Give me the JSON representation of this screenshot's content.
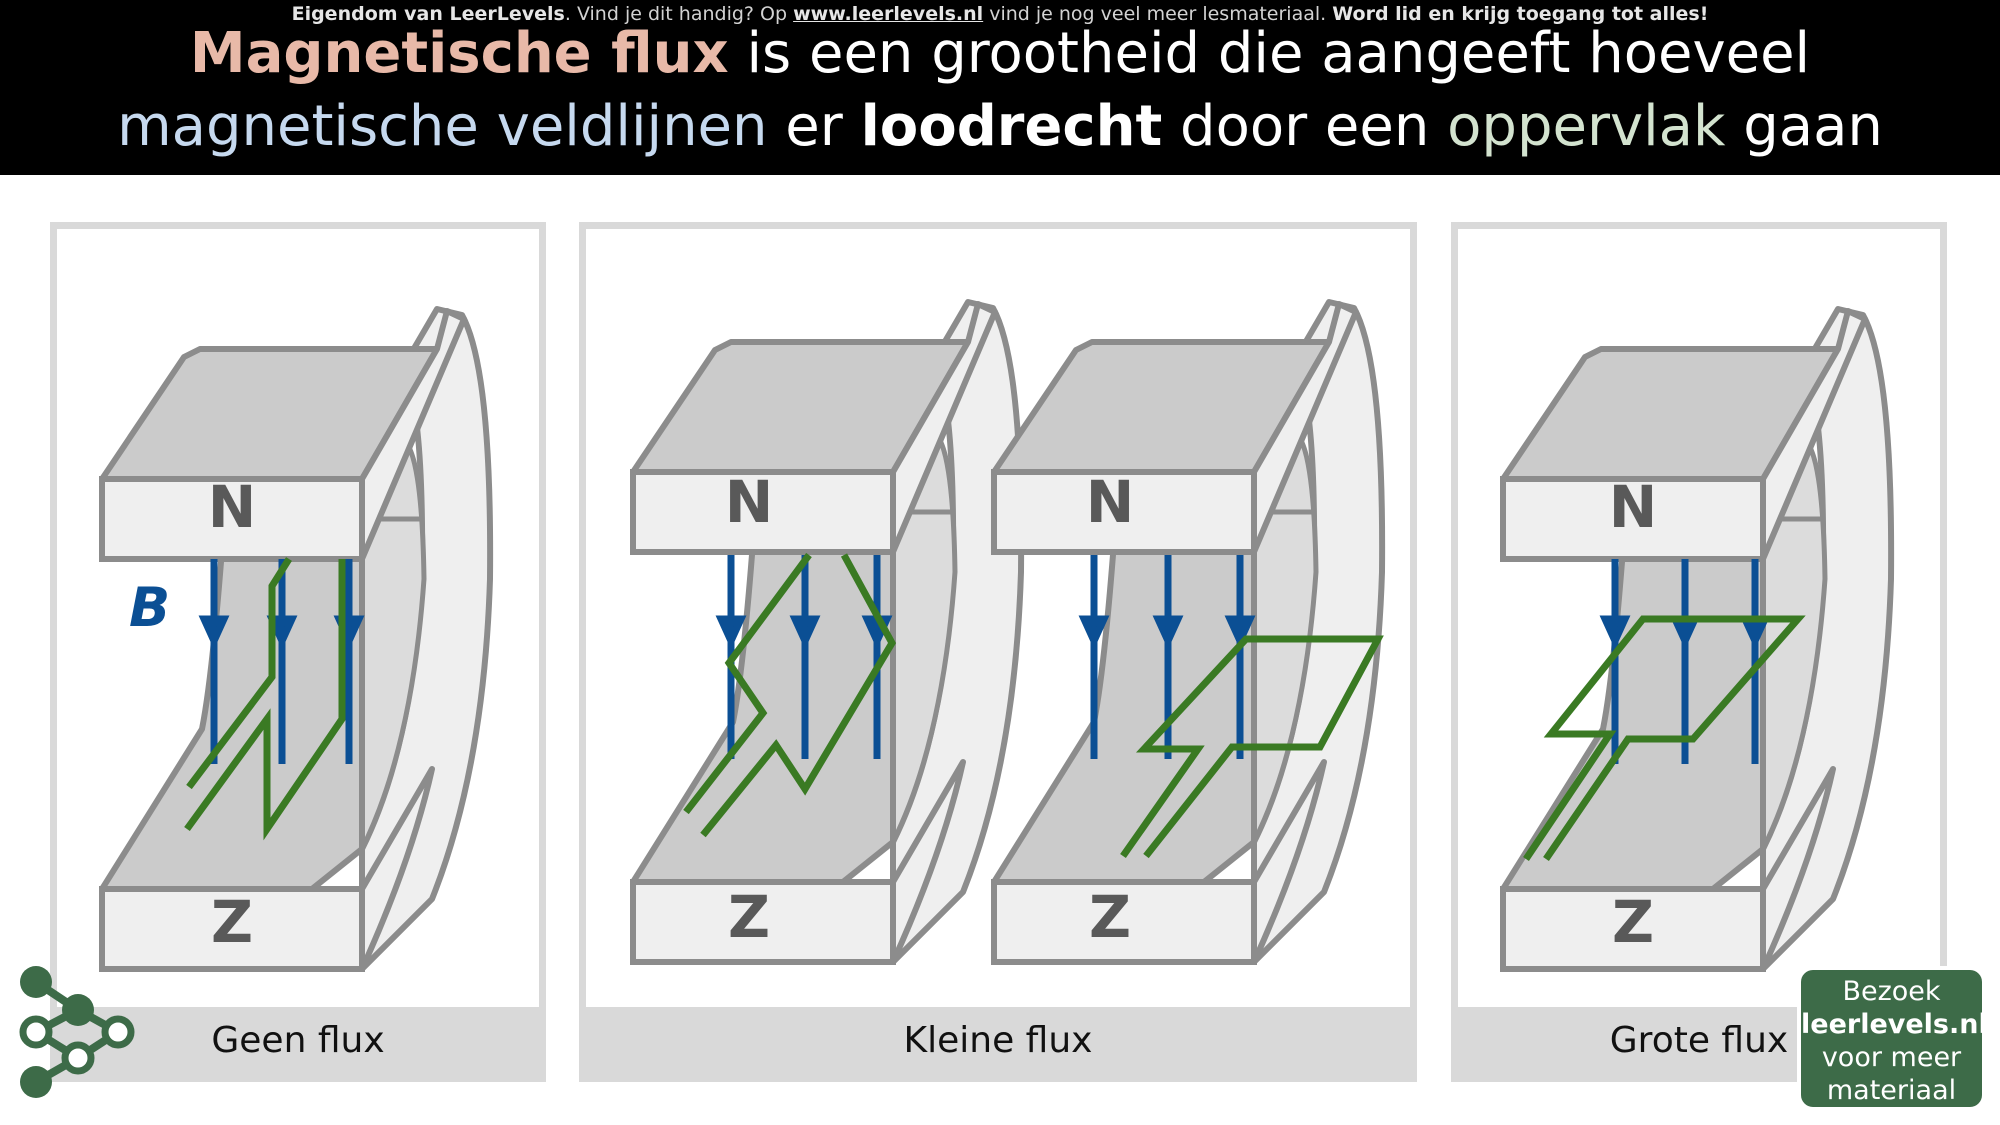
{
  "attribution": {
    "lead_bold": "Eigendom van LeerLevels",
    "text_1": ". Vind je dit handig? Op ",
    "link": "www.leerlevels.nl",
    "text_2": " vind je nog veel meer lesmateriaal. ",
    "cta_bold": "Word lid en krijg toegang tot alles!"
  },
  "title": {
    "line1_highlight": "Magnetische flux",
    "line1_rest": " is een grootheid die aangeeft hoeveel",
    "line2_part1": "magnetische",
    "line2_part2": "veldlijnen",
    "line2_part3": " er ",
    "line2_bold": "loodrecht",
    "line2_part4": " door een ",
    "line2_part5": "oppervlak",
    "line2_part6": " gaan"
  },
  "colors": {
    "magnet_fill": "#cbcbcb",
    "magnet_face": "#efefef",
    "magnet_stroke": "#8c8c8c",
    "field_line": "#0b4f94",
    "loop": "#3a7a23",
    "badge": "#3d6b48"
  },
  "panels": [
    {
      "caption": "Geen flux",
      "pole_n": "N",
      "pole_z": "Z",
      "field_label": "B"
    },
    {
      "caption": "Kleine flux",
      "pole_n": "N",
      "pole_z": "Z",
      "pole_n2": "N",
      "pole_z2": "Z"
    },
    {
      "caption": "Grote flux",
      "pole_n": "N",
      "pole_z": "Z"
    }
  ],
  "badge": {
    "line1": "Bezoek",
    "line2": "leerlevels.nl",
    "line3": "voor meer",
    "line4": "materiaal"
  },
  "icons": {
    "logo": "network-nodes-icon"
  }
}
